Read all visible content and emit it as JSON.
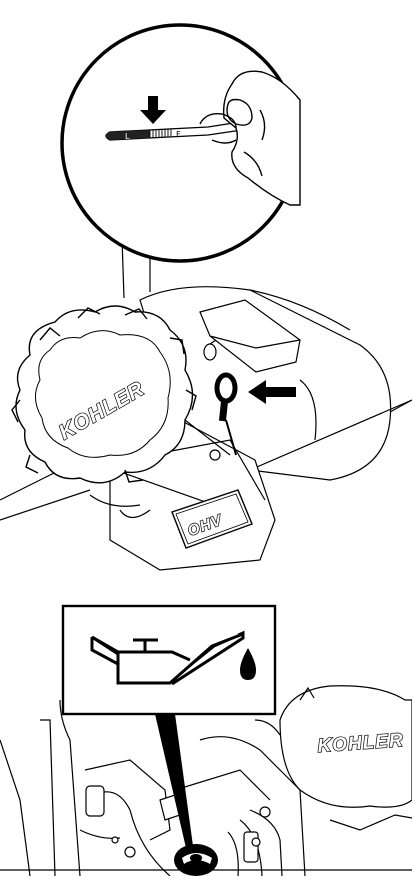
{
  "figure_top": {
    "dipstick_marks": {
      "low": "L",
      "full": "F"
    },
    "engine_brand": "KOHLER",
    "engine_badge": "OHV"
  },
  "figure_bottom": {
    "engine_brand": "KOHLER"
  }
}
